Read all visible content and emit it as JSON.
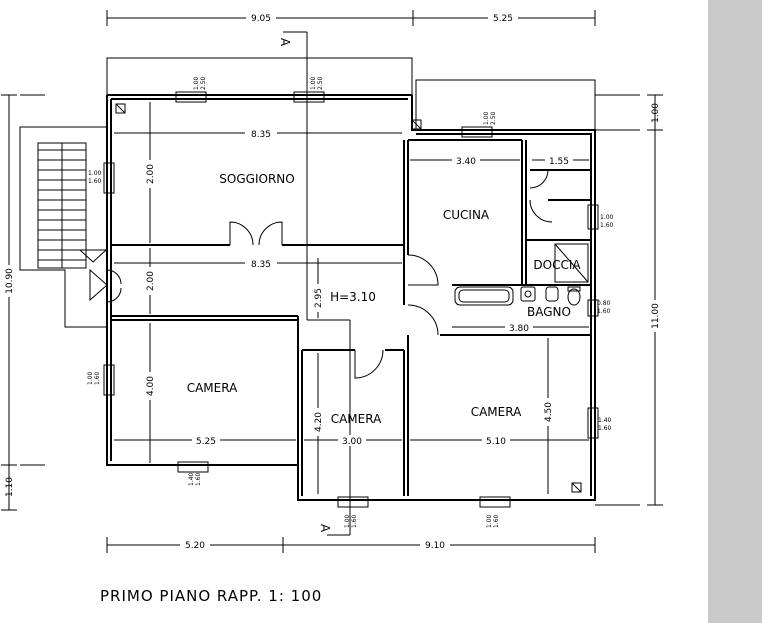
{
  "rooms": {
    "soggiorno": "SOGGIORNO",
    "cucina": "CUCINA",
    "doccia": "DOCCIA",
    "bagno": "BAGNO",
    "camera_left": "CAMERA",
    "camera_center": "CAMERA",
    "camera_right": "CAMERA"
  },
  "section_marker": "A",
  "height_note": "H=3.10",
  "dimensions": {
    "top_total_left": "9.05",
    "top_total_right": "5.25",
    "bottom_total_left": "5.20",
    "bottom_total_right": "9.10",
    "left_total": "10.90",
    "left_small": "1.10",
    "right_total": "11.00",
    "right_top": "1.00",
    "soggiorno_width": "8.35",
    "soggiorno_depth": "2.00",
    "corridor_width": "8.35",
    "corridor_depth": "2.00",
    "cucina_width": "3.40",
    "doccia_width": "1.55",
    "bagno_width": "3.80",
    "hall_depth": "2.95",
    "camera_left_width": "5.25",
    "camera_left_depth": "4.00",
    "camera_center_width": "3.00",
    "camera_center_depth": "4.20",
    "camera_right_width": "5.10",
    "camera_right_depth": "4.50"
  },
  "window_labels": {
    "w1": [
      "1.00",
      "2.50"
    ],
    "w2": [
      "1.00",
      "2.50"
    ],
    "w3": [
      "1.00",
      "2.50"
    ],
    "w4": [
      "1.00",
      "1.60"
    ],
    "w5": [
      "1.00",
      "1.60"
    ],
    "w6": [
      "0.80",
      "1.60"
    ],
    "w7": [
      "1.40",
      "1.60"
    ],
    "w8": [
      "1.40",
      "1.60"
    ],
    "w9": [
      "1.00",
      "1.60"
    ],
    "w10": [
      "1.00",
      "1.60"
    ],
    "w11": [
      "1.00",
      "1.60"
    ]
  },
  "caption": "PRIMO PIANO  RAPP. 1: 100"
}
